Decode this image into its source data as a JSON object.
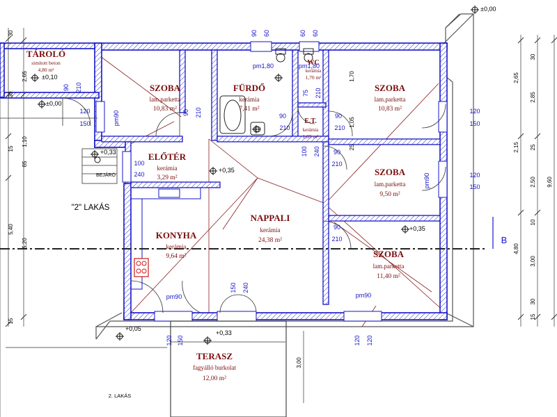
{
  "rooms": {
    "taroló": {
      "name": "TÁROLÓ",
      "finish": "simított beton",
      "area": "4,80 m²"
    },
    "szoba1": {
      "name": "SZOBA",
      "finish": "lam.parketta",
      "area": "10,83 m²"
    },
    "furdo": {
      "name": "FÜRDŐ",
      "finish": "kerámia",
      "area": "7,41 m²"
    },
    "wc": {
      "name": "WC",
      "finish": "kerámia",
      "area": "1,70 m²"
    },
    "szoba2": {
      "name": "SZOBA",
      "finish": "lam.parketta",
      "area": "10,83 m²"
    },
    "et": {
      "name": "E.T.",
      "finish": "kerámia",
      "area": "1,05 m²"
    },
    "eloter": {
      "name": "ELŐTÉR",
      "finish": "kerámia",
      "area": "3,29 m²"
    },
    "szoba3": {
      "name": "SZOBA",
      "finish": "lam.parketta",
      "area": "9,50 m²"
    },
    "nappali": {
      "name": "NAPPALI",
      "finish": "kerámia",
      "area": "24,38 m²"
    },
    "konyha": {
      "name": "KONYHA",
      "finish": "kerámia",
      "area": "9,64 m²"
    },
    "szoba4": {
      "name": "SZOBA",
      "finish": "lam.parketta",
      "area": "11,40 m²"
    },
    "terasz": {
      "name": "TERASZ",
      "finish": "fagyálló burkolat",
      "area": "12,00 m²"
    }
  },
  "labels": {
    "lakas2": "\"2\" LAKÁS",
    "lakas_footer": "2. LAKÁS",
    "bejaro": "BEJÁRÓ",
    "section_b": "B"
  },
  "levels": {
    "ridge": "±0,00",
    "taroló": "±0,10",
    "entry_left": "±0,00",
    "entry": "+0,33",
    "hall": "+0,35",
    "room_right": "+0,35",
    "terrace_left": "+0,05",
    "terrace": "+0,33"
  },
  "openings": {
    "top1_w": "90",
    "top1_h": "60",
    "top2_w": "60",
    "top2_h": "60",
    "pm_furdo": "pm1,80",
    "pm_wc": "pm1,80",
    "tar_w": "90",
    "tar_h": "210",
    "sz1_win_w": "120",
    "sz1_win_h": "150",
    "sz1_pm": "pm90",
    "sz1_door_w": "90",
    "sz1_door_h": "210",
    "fur_door_w": "90",
    "fur_door_h": "210",
    "sz2_door_w": "90",
    "sz2_door_h": "210",
    "sz2_win_w": "120",
    "sz2_win_h": "150",
    "wc_door_w": "75",
    "wc_door_h": "210",
    "et_w": "100",
    "et_h": "240",
    "sz3_door_w": "90",
    "sz3_door_h": "210",
    "sz3_win_w": "120",
    "sz3_win_h": "150",
    "sz3_pm": "pm90",
    "entry_w": "100",
    "entry_h": "240",
    "sz4_door_w": "90",
    "sz4_door_h": "210",
    "kon_pm": "pm90",
    "terr_door_w": "150",
    "terr_door_h": "240",
    "sz4_pm": "pm90",
    "bot1_w": "120",
    "bot1_h": "150",
    "bot2_w": "120",
    "bot2_h": "120"
  },
  "dims": {
    "left_top_30": "30",
    "left_265": "2,65",
    "left_mid_30": "30",
    "left_110": "1,10",
    "left_15": "15",
    "left_65": "65",
    "left_540": "5,40",
    "left_520": "5,20",
    "left_bot_15": "15",
    "inner_170": "1,70",
    "inner_105": "1,05",
    "inner_25": "25",
    "right_265": "2,65",
    "right_285": "2,85",
    "right_215": "2,15",
    "right_25": "25",
    "right_250": "2,50",
    "right_10": "10",
    "right_300": "3,00",
    "right_30_top": "30",
    "right_30_bot": "30",
    "right_15": "15",
    "right_960": "9,60",
    "right_480": "4,80",
    "terr_300": "3,00"
  },
  "colors": {
    "wall_line": "#1515c8",
    "room_text": "#7a0e0e",
    "hatch": "#1515c8"
  }
}
